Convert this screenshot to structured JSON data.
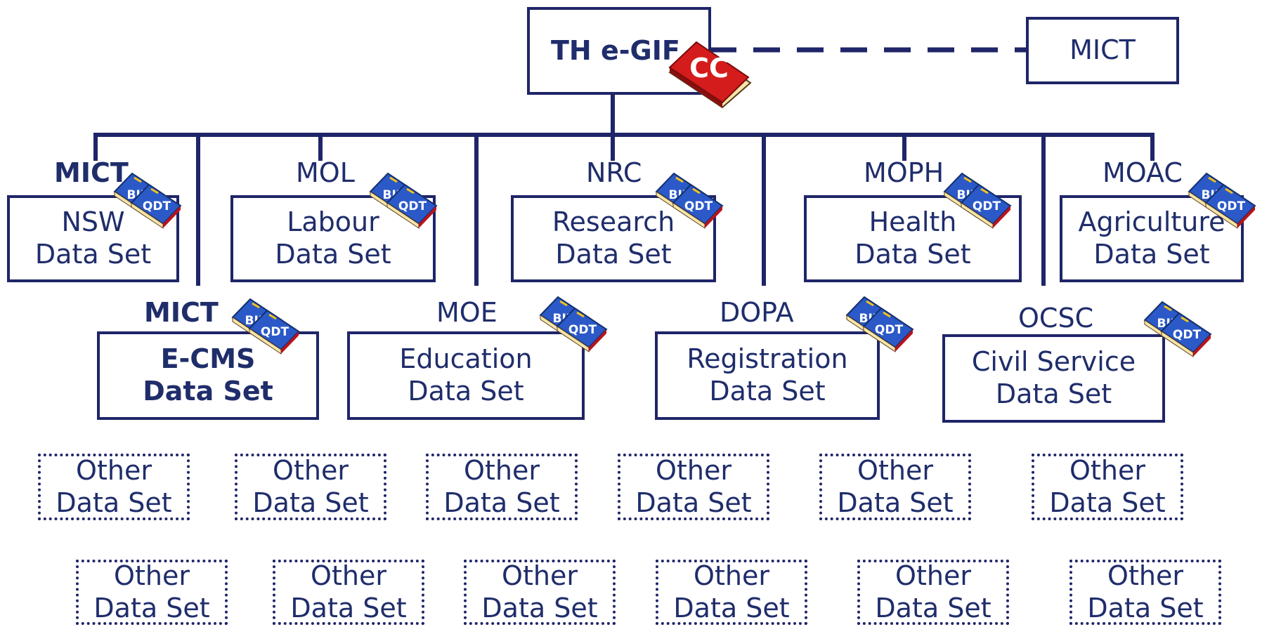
{
  "root": {
    "title": "TH e-GIF",
    "book_label": "CC"
  },
  "partner": {
    "label": "MICT"
  },
  "row1": [
    {
      "agency": "MICT",
      "line1": "NSW",
      "line2": "Data Set"
    },
    {
      "agency": "MOL",
      "line1": "Labour",
      "line2": "Data Set"
    },
    {
      "agency": "NRC",
      "line1": "Research",
      "line2": "Data Set"
    },
    {
      "agency": "MOPH",
      "line1": "Health",
      "line2": "Data Set"
    },
    {
      "agency": "MOAC",
      "line1": "Agriculture",
      "line2": "Data Set"
    }
  ],
  "row2": [
    {
      "agency": "MICT",
      "line1": "E-CMS",
      "line2": "Data Set"
    },
    {
      "agency": "MOE",
      "line1": "Education",
      "line2": "Data Set"
    },
    {
      "agency": "DOPA",
      "line1": "Registration",
      "line2": "Data Set"
    },
    {
      "agency": "OCSC",
      "line1": "Civil Service",
      "line2": "Data Set"
    }
  ],
  "book_labels": {
    "front": "QDT",
    "back": "BIE"
  },
  "other": {
    "line1": "Other",
    "line2": "Data Set"
  },
  "colors": {
    "line": "#1f2568",
    "text": "#1f2d6b",
    "book_blue": "#2b59c8",
    "book_red": "#d41c1c",
    "pages": "#f5e6a8"
  }
}
